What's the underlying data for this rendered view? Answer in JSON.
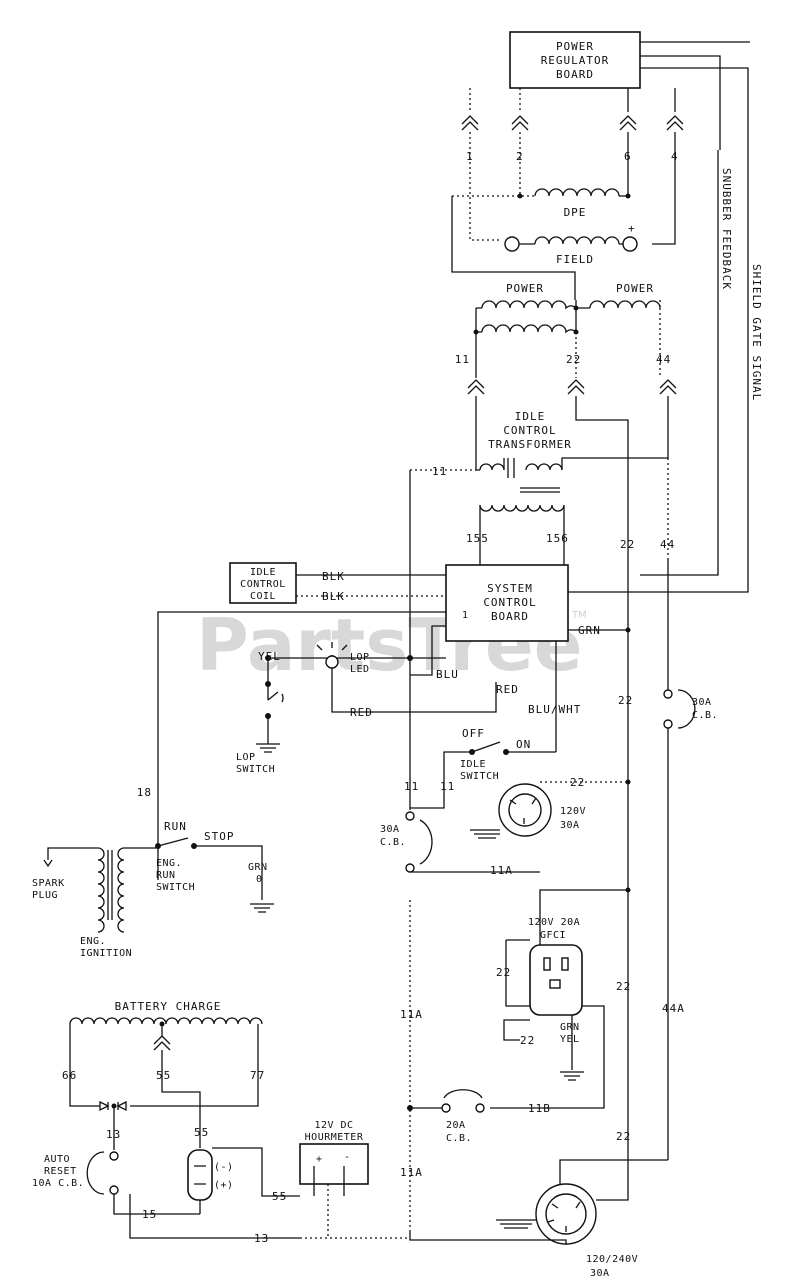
{
  "watermark": {
    "text": "PartsTree",
    "tm": "TM"
  },
  "components": {
    "power_regulator_board": [
      "POWER",
      "REGULATOR",
      "BOARD"
    ],
    "dpe": "DPE",
    "field": "FIELD",
    "power_left": "POWER",
    "power_right": "POWER",
    "idle_control_transformer": [
      "IDLE",
      "CONTROL",
      "TRANSFORMER"
    ],
    "system_control_board": [
      "SYSTEM",
      "CONTROL",
      "BOARD"
    ],
    "idle_control_coil": [
      "IDLE",
      "CONTROL",
      "COIL"
    ],
    "lop_led": [
      "LOP",
      "LED"
    ],
    "lop_switch": [
      "LOP",
      "SWITCH"
    ],
    "idle_switch": [
      "IDLE",
      "SWITCH"
    ],
    "eng_run_switch": [
      "ENG.",
      "RUN",
      "SWITCH"
    ],
    "eng_ignition": [
      "ENG.",
      "IGNITION"
    ],
    "spark_plug": [
      "SPARK",
      "PLUG"
    ],
    "battery_charge": "BATTERY CHARGE",
    "auto_reset_cb": [
      "AUTO",
      "RESET",
      "10A C.B."
    ],
    "hourmeter": [
      "12V DC",
      "HOURMETER"
    ],
    "gfci": [
      "120V 20A",
      "GFCI"
    ],
    "receptacle_120": [
      "120V",
      "30A"
    ],
    "receptacle_240": [
      "120/240V",
      "30A"
    ],
    "cb_30a_left": [
      "30A",
      "C.B."
    ],
    "cb_30a_right": [
      "30A",
      "C.B."
    ],
    "cb_20a": [
      "20A",
      "C.B."
    ]
  },
  "side_labels": {
    "snubber_feedback": "SNUBBER FEEDBACK",
    "shield_gate_signal": "SHIELD GATE SIGNAL"
  },
  "wire_labels": {
    "w1": "1",
    "w2": "2",
    "w6": "6",
    "w4": "4",
    "plus": "+",
    "w11_top": "11",
    "w22_top": "22",
    "w44_top": "44",
    "w11_xfmr": "11",
    "w155": "155",
    "w156": "156",
    "w22_mid": "22",
    "w44_mid": "44",
    "blk1": "BLK",
    "blk2": "BLK",
    "grn_scb": "GRN",
    "pin1": "1",
    "yel": "YEL",
    "blu": "BLU",
    "red_scb": "RED",
    "red_led": "RED",
    "blu_wht": "BLU/WHT",
    "off": "OFF",
    "on": "ON",
    "w22_low": "22",
    "w18": "18",
    "run": "RUN",
    "stop": "STOP",
    "grn0": [
      "GRN",
      "0"
    ],
    "w11_a": "11",
    "w11_b": "11",
    "w22_rec": "22",
    "w11a_rec": "11A",
    "w22_gfci_l": "22",
    "w22_gfci_b": "22",
    "w22_gfci_r": "22",
    "grn_yel": [
      "GRN",
      "YEL"
    ],
    "w11a_mid": "11A",
    "w44a": "44A",
    "w66": "66",
    "w55_bc": "55",
    "w77": "77",
    "w13_l": "13",
    "w55_mid": "55",
    "minus_sym": "(-)",
    "plus_sym": "(+)",
    "w15": "15",
    "w55_hm": "55",
    "w13_bot": "13",
    "w11b": "11B",
    "w22_bot": "22",
    "w11a_bot": "11A",
    "hm_plus": "+",
    "hm_minus": "-"
  }
}
